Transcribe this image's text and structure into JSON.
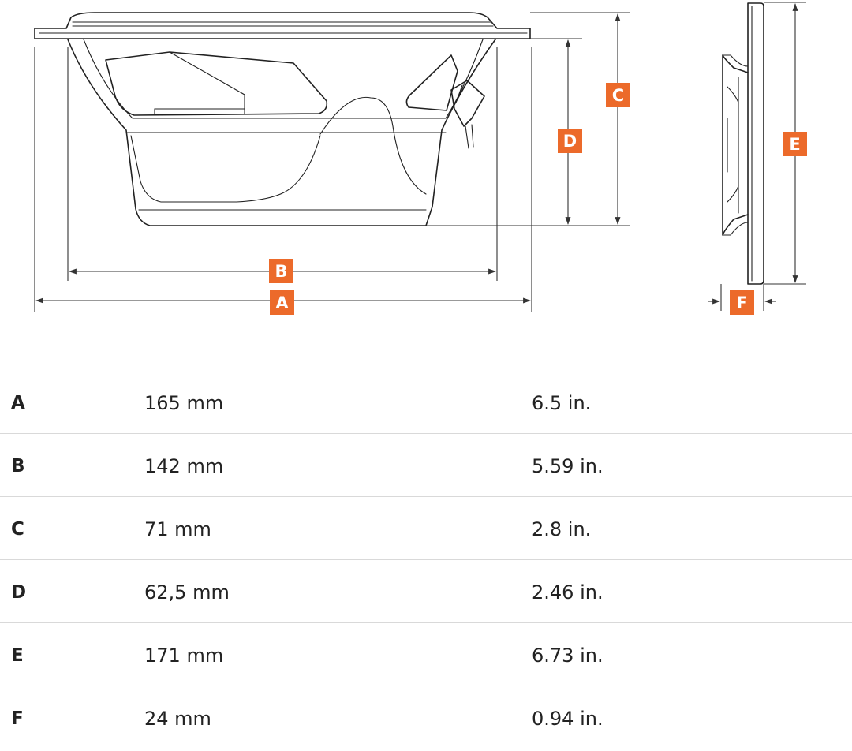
{
  "diagram": {
    "labels": {
      "A": "A",
      "B": "B",
      "C": "C",
      "D": "D",
      "E": "E",
      "F": "F"
    },
    "accent_color": "#ec6a2a",
    "line_color": "#222222"
  },
  "dimensions": [
    {
      "label": "A",
      "metric": "165 mm",
      "imperial": "6.5 in."
    },
    {
      "label": "B",
      "metric": "142 mm",
      "imperial": "5.59 in."
    },
    {
      "label": "C",
      "metric": "71 mm",
      "imperial": "2.8 in."
    },
    {
      "label": "D",
      "metric": "62,5 mm",
      "imperial": "2.46 in."
    },
    {
      "label": "E",
      "metric": "171 mm",
      "imperial": "6.73 in."
    },
    {
      "label": "F",
      "metric": "24 mm",
      "imperial": "0.94 in."
    }
  ]
}
